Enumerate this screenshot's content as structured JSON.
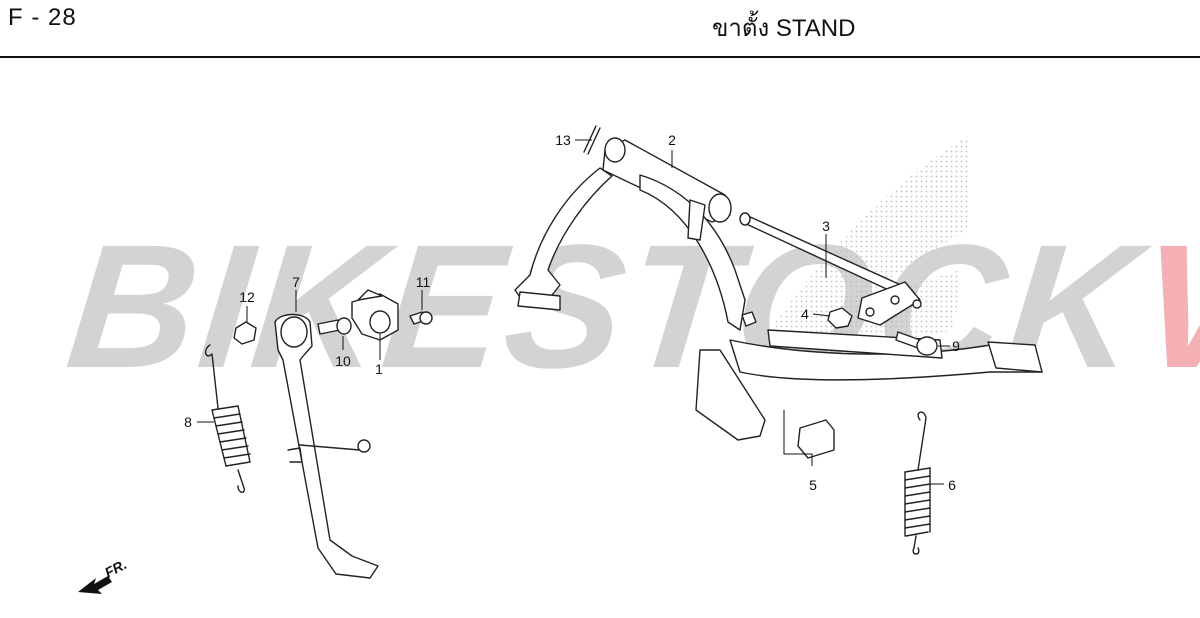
{
  "header": {
    "page_code": "F - 28",
    "title": "ขาตั้ง  STAND"
  },
  "watermark": {
    "part_a": "BIKESTOCK",
    "part_b": "VN",
    "colors": {
      "gray": "#969696",
      "red": "#e2303c"
    }
  },
  "front_marker": {
    "text": "FR.",
    "icon": "arrow-icon"
  },
  "callouts": [
    {
      "id": "1",
      "label": "1"
    },
    {
      "id": "2",
      "label": "2"
    },
    {
      "id": "3",
      "label": "3"
    },
    {
      "id": "4",
      "label": "4"
    },
    {
      "id": "5",
      "label": "5"
    },
    {
      "id": "6",
      "label": "6"
    },
    {
      "id": "7",
      "label": "7"
    },
    {
      "id": "8",
      "label": "8"
    },
    {
      "id": "9",
      "label": "9"
    },
    {
      "id": "10",
      "label": "10"
    },
    {
      "id": "11",
      "label": "11"
    },
    {
      "id": "12",
      "label": "12"
    },
    {
      "id": "13",
      "label": "13"
    }
  ]
}
